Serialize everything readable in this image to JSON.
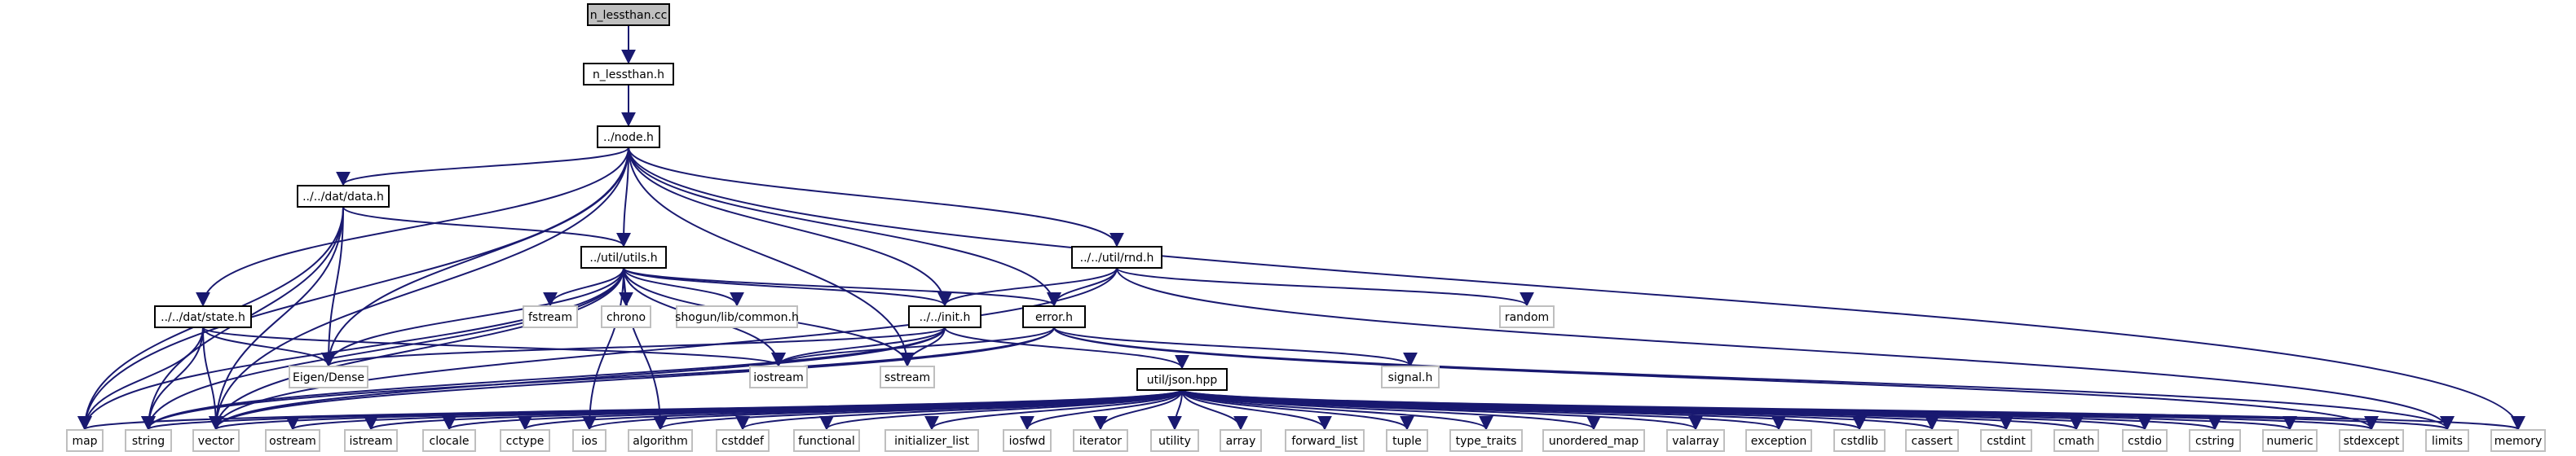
{
  "colors": {
    "edge": "#191970",
    "node_border": "#000000",
    "external_border": "#bfbfbf",
    "root_fill": "#bfbfbf",
    "node_fill": "#ffffff"
  },
  "nodes": {
    "n_lessthan_cc": "n_lessthan.cc",
    "n_lessthan_h": "n_lessthan.h",
    "node_h": "../node.h",
    "data_h": "../../dat/data.h",
    "utils_h": "../util/utils.h",
    "rnd_h": "../../util/rnd.h",
    "state_h": "../../dat/state.h",
    "init_h": "../../init.h",
    "error_h": "error.h",
    "json_hpp": "util/json.hpp",
    "eigen_dense": "Eigen/Dense",
    "fstream": "fstream",
    "chrono": "chrono",
    "shogun_common": "shogun/lib/common.h",
    "random": "random",
    "iostream": "iostream",
    "sstream": "sstream",
    "signal_h": "signal.h",
    "map": "map",
    "string": "string",
    "vector": "vector",
    "ostream": "ostream",
    "istream": "istream",
    "clocale": "clocale",
    "cctype": "cctype",
    "ios": "ios",
    "algorithm": "algorithm",
    "cstddef": "cstddef",
    "functional": "functional",
    "initializer_list": "initializer_list",
    "iosfwd": "iosfwd",
    "iterator": "iterator",
    "utility": "utility",
    "array": "array",
    "forward_list": "forward_list",
    "tuple": "tuple",
    "type_traits": "type_traits",
    "unordered_map": "unordered_map",
    "valarray": "valarray",
    "exception": "exception",
    "cstdlib": "cstdlib",
    "cassert": "cassert",
    "cstdint": "cstdint",
    "cmath": "cmath",
    "cstdio": "cstdio",
    "cstring": "cstring",
    "numeric": "numeric",
    "stdexcept": "stdexcept",
    "limits": "limits",
    "memory": "memory"
  }
}
